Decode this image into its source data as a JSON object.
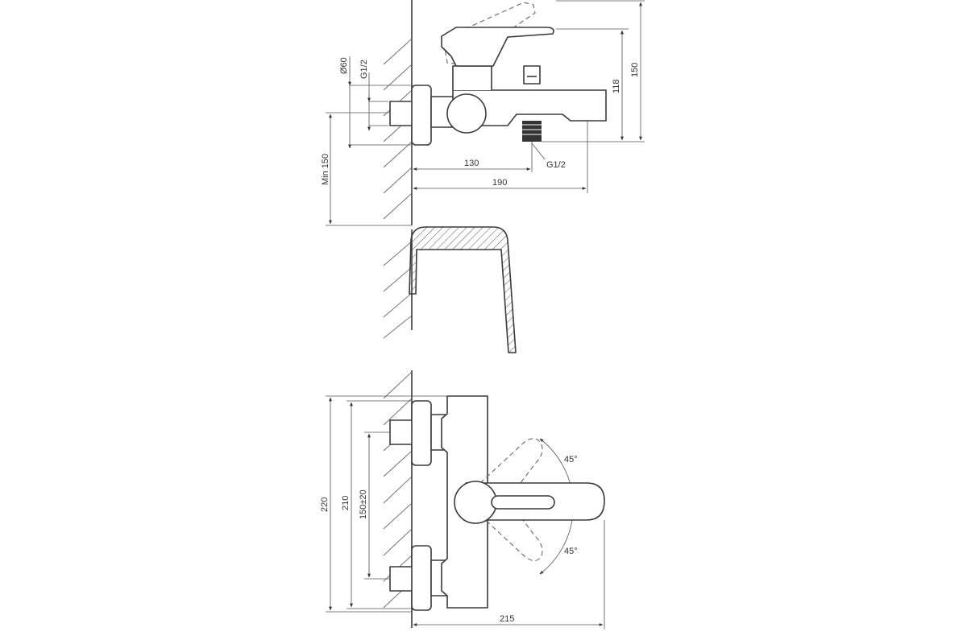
{
  "side_view": {
    "dim_diameter": "Ø60",
    "dim_inlet_thread": "G1/2",
    "dim_outlet_thread": "G1/2",
    "dim_depth_outlet": "130",
    "dim_depth_total": "190",
    "dim_spout_height": "118",
    "dim_total_height": "150",
    "dim_min_height": "Min 150"
  },
  "front_view": {
    "dim_width": "215",
    "dim_height_outer": "220",
    "dim_height_inner": "210",
    "dim_connection_spacing": "150±20",
    "dim_angle_up": "45°",
    "dim_angle_down": "45°"
  }
}
